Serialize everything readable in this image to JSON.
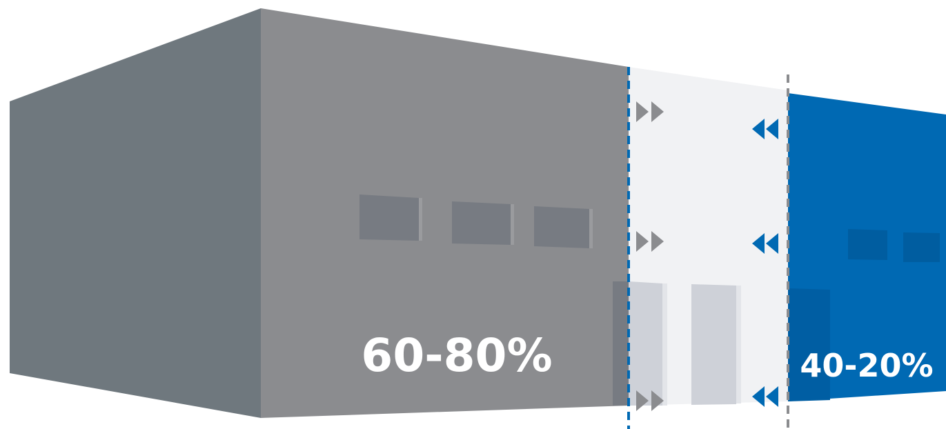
{
  "labels": {
    "left_share": "60-80%",
    "right_share": "40-20%"
  },
  "colors": {
    "left_side_wall": "#6f787e",
    "front_gray_wall": "#8b8c8f",
    "gray_window": "#777b82",
    "gray_window_edge": "#9a9b9e",
    "middle_zone": "#f1f2f4",
    "middle_door": "#ced1d8",
    "middle_door_edge": "#e3e5e9",
    "blue_wall": "#0069b3",
    "blue_window": "#005da0",
    "blue_door": "#005ea3",
    "arrow_gray": "#8b8c8f",
    "arrow_blue": "#0069b3",
    "left_divider": "#0069b3",
    "right_divider": "#8b8c8f",
    "label_text": "#ffffff"
  },
  "icons": {
    "left_arrows": "double-chevron-right",
    "right_arrows": "double-chevron-left"
  }
}
